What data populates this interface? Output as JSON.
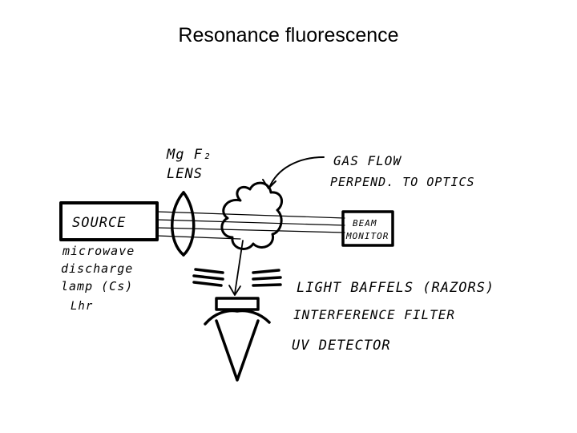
{
  "slide": {
    "title": "Resonance fluorescence"
  },
  "labels": {
    "lens": [
      "Mg F₂",
      "LENS"
    ],
    "gas_flow": [
      "GAS FLOW",
      "PERPEND. TO OPTICS"
    ],
    "source": "SOURCE",
    "source_note": [
      "microwave",
      "discharge",
      "lamp (Cs)",
      "Lhr"
    ],
    "beam_monitor": [
      "BEAM",
      "MONITOR"
    ],
    "baffles": "LIGHT BAFFELS (RAZORS)",
    "filter": "INTERFERENCE FILTER",
    "detector": "UV DETECTOR"
  },
  "colors": {
    "ink": "#000000",
    "background": "#ffffff"
  }
}
